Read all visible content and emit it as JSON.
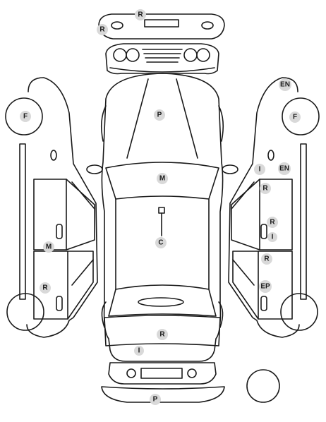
{
  "colors": {
    "line": "#1a1a1a",
    "badge_fill": "#d9d9d9",
    "background": "#ffffff"
  },
  "damage_codes": [
    {
      "id": "rear-bumper-top",
      "code": "R"
    },
    {
      "id": "rear-bumper-left",
      "code": "R"
    },
    {
      "id": "left-front-wheel",
      "code": "F"
    },
    {
      "id": "right-front-wheel",
      "code": "F"
    },
    {
      "id": "right-fender-top",
      "code": "EN"
    },
    {
      "id": "hood",
      "code": "P"
    },
    {
      "id": "windshield",
      "code": "M"
    },
    {
      "id": "right-mirror-area",
      "code": "I"
    },
    {
      "id": "right-fender-lower",
      "code": "EN"
    },
    {
      "id": "right-front-door-upper",
      "code": "R"
    },
    {
      "id": "right-front-door-handle",
      "code": "R"
    },
    {
      "id": "right-front-door-handle-lower",
      "code": "I"
    },
    {
      "id": "roof",
      "code": "C"
    },
    {
      "id": "left-side-pillar",
      "code": "M"
    },
    {
      "id": "right-rear-door",
      "code": "R"
    },
    {
      "id": "left-rear-door",
      "code": "R"
    },
    {
      "id": "right-rear-door-lower",
      "code": "EP"
    },
    {
      "id": "trunk",
      "code": "R"
    },
    {
      "id": "rear-lower",
      "code": "I"
    },
    {
      "id": "front-bumper",
      "code": "P"
    }
  ]
}
